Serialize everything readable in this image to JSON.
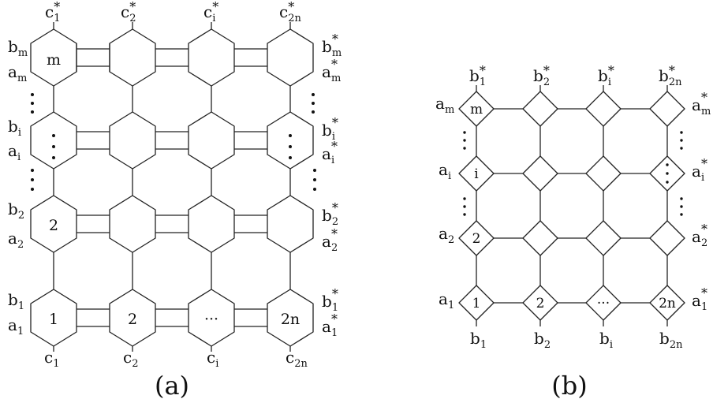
{
  "figure": {
    "panels": [
      {
        "id": "a",
        "caption": "(a)",
        "left_labels": [
          {
            "pre": "b",
            "sub": "m"
          },
          {
            "pre": "a",
            "sub": "m"
          },
          {
            "pre": "b",
            "sub": "i"
          },
          {
            "pre": "a",
            "sub": "i"
          },
          {
            "pre": "b",
            "sub": "2"
          },
          {
            "pre": "a",
            "sub": "2"
          },
          {
            "pre": "b",
            "sub": "1"
          },
          {
            "pre": "a",
            "sub": "1"
          }
        ],
        "right_labels": [
          {
            "pre": "b",
            "sub": "m",
            "sup": "*"
          },
          {
            "pre": "a",
            "sub": "m",
            "sup": "*"
          },
          {
            "pre": "b",
            "sub": "i",
            "sup": "*"
          },
          {
            "pre": "a",
            "sub": "i",
            "sup": "*"
          },
          {
            "pre": "b",
            "sub": "2",
            "sup": "*"
          },
          {
            "pre": "a",
            "sub": "2",
            "sup": "*"
          },
          {
            "pre": "b",
            "sub": "1",
            "sup": "*"
          },
          {
            "pre": "a",
            "sub": "1",
            "sup": "*"
          }
        ],
        "top_labels": [
          {
            "pre": "c",
            "sub": "1",
            "sup": "*"
          },
          {
            "pre": "c",
            "sub": "2",
            "sup": "*"
          },
          {
            "pre": "c",
            "sub": "i",
            "sup": "*"
          },
          {
            "pre": "c",
            "sub": "2n",
            "sup": "*"
          }
        ],
        "bottom_labels": [
          {
            "pre": "c",
            "sub": "1"
          },
          {
            "pre": "c",
            "sub": "2"
          },
          {
            "pre": "c",
            "sub": "i"
          },
          {
            "pre": "c",
            "sub": "2n"
          }
        ],
        "cell_labels": [
          "m",
          "2",
          "1",
          "2",
          "···",
          "2n"
        ]
      },
      {
        "id": "b",
        "caption": "(b)",
        "left_labels": [
          {
            "pre": "a",
            "sub": "m"
          },
          {
            "pre": "a",
            "sub": "i"
          },
          {
            "pre": "a",
            "sub": "2"
          },
          {
            "pre": "a",
            "sub": "1"
          }
        ],
        "right_labels": [
          {
            "pre": "a",
            "sub": "m",
            "sup": "*"
          },
          {
            "pre": "a",
            "sub": "i",
            "sup": "*"
          },
          {
            "pre": "a",
            "sub": "2",
            "sup": "*"
          },
          {
            "pre": "a",
            "sub": "1",
            "sup": "*"
          }
        ],
        "top_labels": [
          {
            "pre": "b",
            "sub": "1",
            "sup": "*"
          },
          {
            "pre": "b",
            "sub": "2",
            "sup": "*"
          },
          {
            "pre": "b",
            "sub": "i",
            "sup": "*"
          },
          {
            "pre": "b",
            "sub": "2n",
            "sup": "*"
          }
        ],
        "bottom_labels": [
          {
            "pre": "b",
            "sub": "1"
          },
          {
            "pre": "b",
            "sub": "2"
          },
          {
            "pre": "b",
            "sub": "i"
          },
          {
            "pre": "b",
            "sub": "2n"
          }
        ],
        "cell_labels": [
          "m",
          "i",
          "2",
          "1",
          "2",
          "···",
          "2n"
        ]
      }
    ]
  }
}
